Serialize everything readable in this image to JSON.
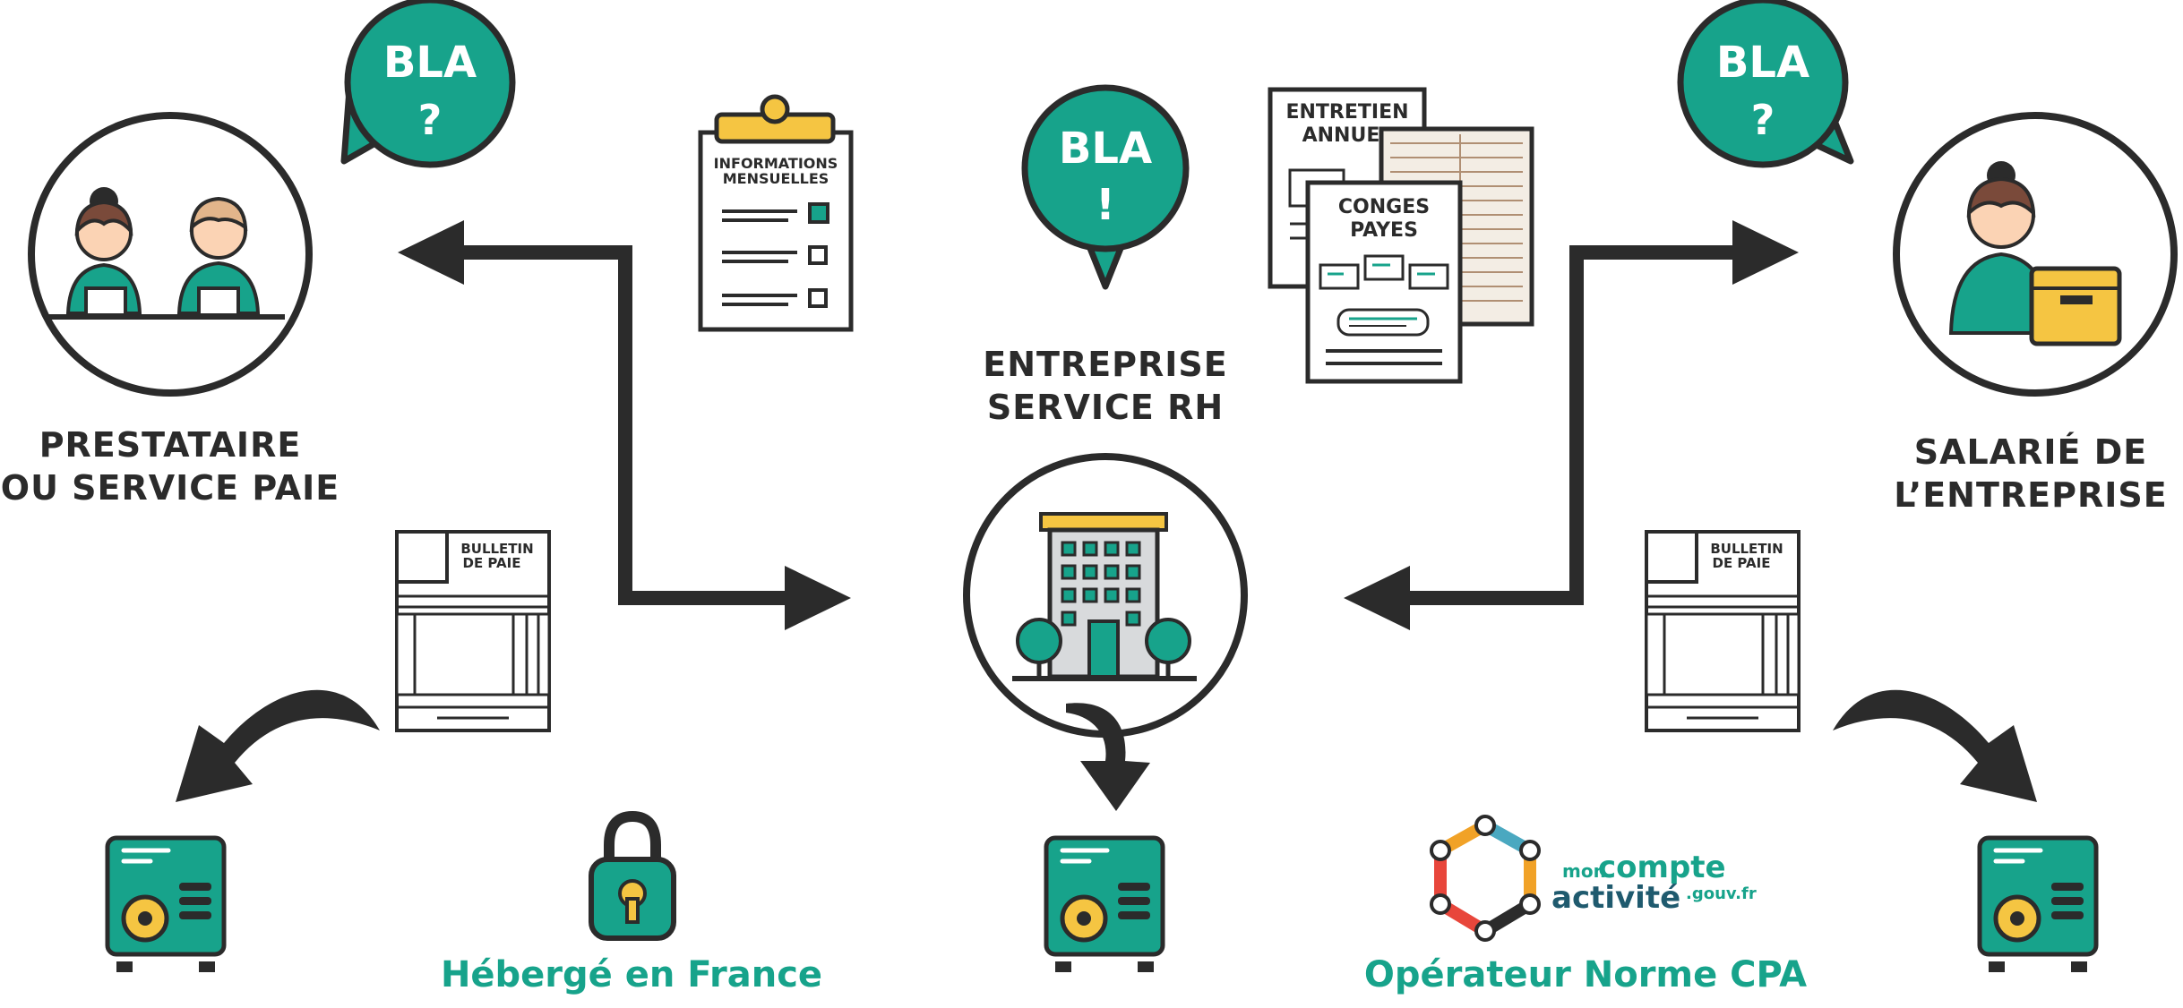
{
  "actors": {
    "left_title_line1": "PRESTATAIRE",
    "left_title_line2": "OU SERVICE PAIE",
    "center_title_line1": "ENTREPRISE",
    "center_title_line2": "SERVICE RH",
    "right_title_line1": "SALARIÉ DE",
    "right_title_line2": "L’ENTREPRISE"
  },
  "bubbles": {
    "left": {
      "word": "BLA",
      "mark": "?"
    },
    "center": {
      "word": "BLA",
      "mark": "!"
    },
    "right": {
      "word": "BLA",
      "mark": "?"
    }
  },
  "documents": {
    "clipboard_line1": "INFORMATIONS",
    "clipboard_line2": "MENSUELLES",
    "entretien_line1": "ENTRETIEN",
    "entretien_line2": "ANNUEL",
    "conges_line1": "CONGES",
    "conges_line2": "PAYES",
    "bulletin_line1": "BULLETIN",
    "bulletin_line2": "DE PAIE"
  },
  "footer": {
    "hosted": "Hébergé en France",
    "operator": "Opérateur Norme CPA",
    "cpa_logo_prefix": "mon",
    "cpa_logo_word1": "compte",
    "cpa_logo_word2": "activité",
    "cpa_logo_suffix": ".gouv.fr"
  },
  "colors": {
    "teal": "#17a38b",
    "dark": "#2b2b2b",
    "yellow": "#f5c542",
    "skin": "#fbd3b4",
    "hair": "#7a4a3a"
  }
}
